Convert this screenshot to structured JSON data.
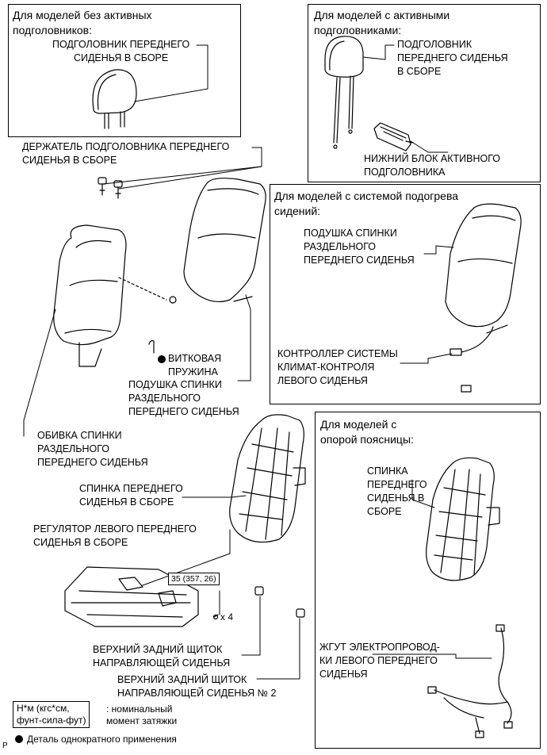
{
  "boxes": {
    "no_active": "Для моделей без активных\nподголовников:",
    "active": "Для моделей с активными\nподголовниками:",
    "heater": "Для моделей с системой подогрева\nсидений:",
    "lumbar": "Для моделей с\nопорой поясницы:"
  },
  "labels": {
    "headrest_no_active": "ПОДГОЛОВНИК ПЕРЕДНЕГО\nСИДЕНЬЯ В СБОРЕ",
    "headrest_active": "ПОДГОЛОВНИК\nПЕРЕДНЕГО СИДЕНЬЯ\nВ СБОРЕ",
    "active_lower_unit": "НИЖНИЙ БЛОК АКТИВНОГО\nПОДГОЛОВНИКА",
    "headrest_holder": "ДЕРЖАТЕЛЬ ПОДГОЛОВНИКА ПЕРЕДНЕГО\nСИДЕНЬЯ В СБОРЕ",
    "heater_back_pad": "ПОДУШКА СПИНКИ\nРАЗДЕЛЬНОГО\nПЕРЕДНЕГО СИДЕНЬЯ",
    "climate_controller": "КОНТРОЛЛЕР СИСТЕМЫ\nКЛИМАТ-КОНТРОЛЯ\nЛЕВОГО СИДЕНЬЯ",
    "coil_spring": "ВИТКОВАЯ\nПРУЖИНА",
    "back_pad": "ПОДУШКА СПИНКИ\nРАЗДЕЛЬНОГО\nПЕРЕДНЕГО СИДЕНЬЯ",
    "back_cover": "ОБИВКА СПИНКИ\nРАЗДЕЛЬНОГО\nПЕРЕДНЕГО СИДЕНЬЯ",
    "seatback_assy": "СПИНКА ПЕРЕДНЕГО\nСИДЕНЬЯ В СБОРЕ",
    "adjuster": "РЕГУЛЯТОР ЛЕВОГО ПЕРЕДНЕГО\nСИДЕНЬЯ В СБОРЕ",
    "lumbar_seatback": "СПИНКА\nПЕРЕДНЕГО\nСИДЕНЬЯ В\nСБОРЕ",
    "harness": "ЖГУТ ЭЛЕКТРОПРОВОД-\nКИ ЛЕВОГО ПЕРЕДНЕГО\nСИДЕНЬЯ",
    "rear_cover": "ВЕРХНИЙ ЗАДНИЙ ЩИТОК\nНАПРАВЛЯЮЩЕЙ СИДЕНЬЯ",
    "rear_cover_2": "ВЕРХНИЙ ЗАДНИЙ ЩИТОК\nНАПРАВЛЯЮЩЕЙ СИДЕНЬЯ № 2",
    "torque": "35 (357, 26)",
    "times4": "x 4"
  },
  "legend": {
    "unit_box": "Н*м (кгс*см,\nфунт-сила-фут)",
    "unit_desc": ": номинальный\nмомент затяжки",
    "single_use": "Деталь однократного применения",
    "corner": "P"
  }
}
